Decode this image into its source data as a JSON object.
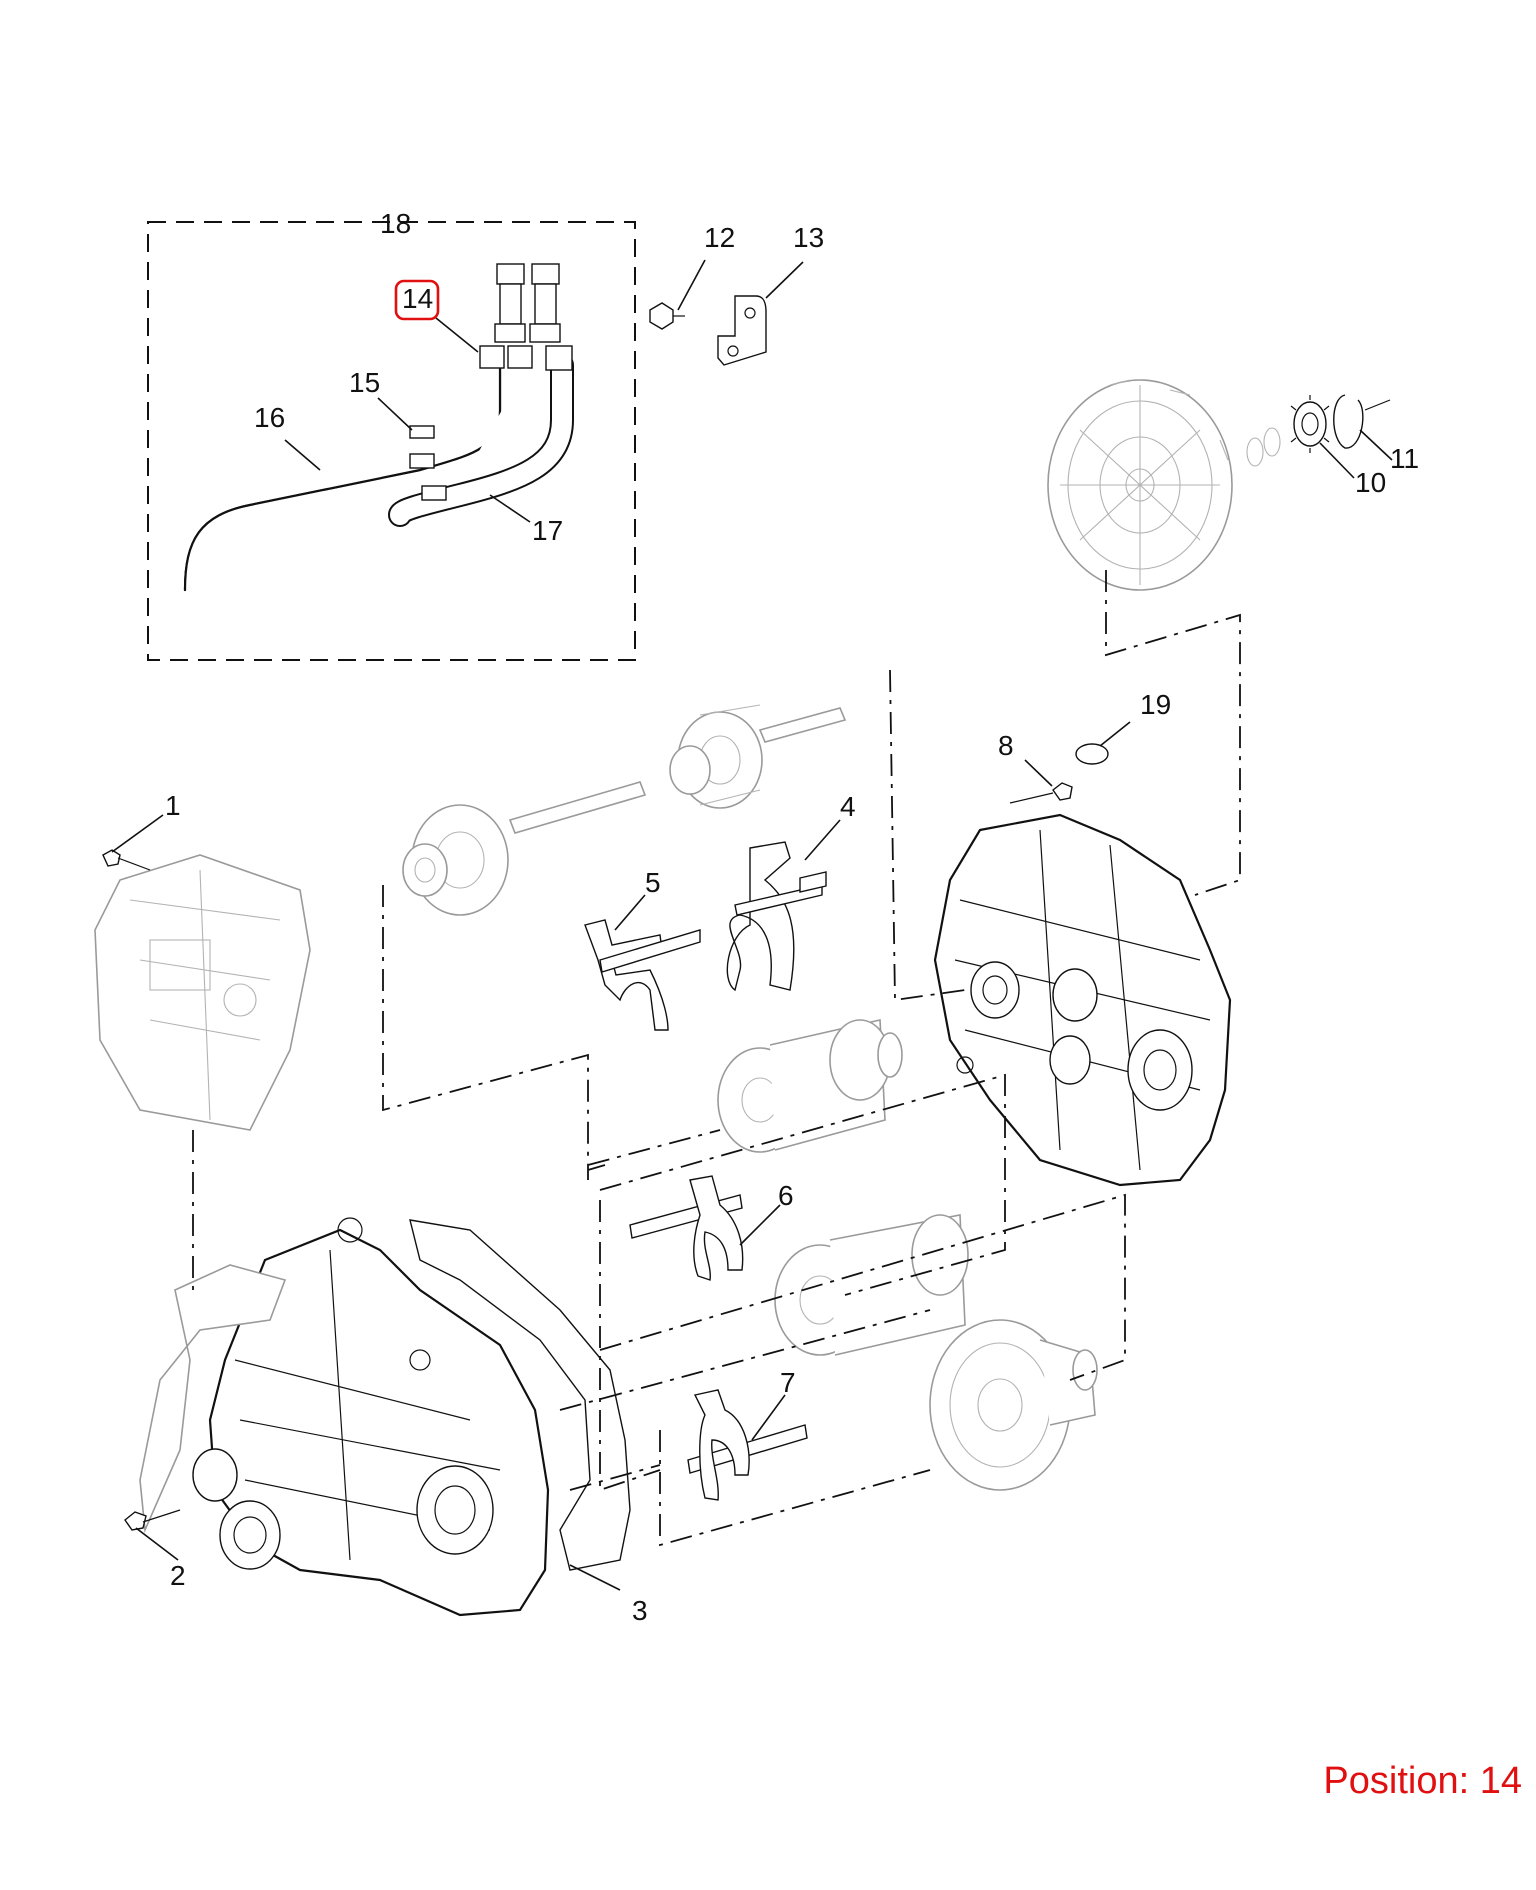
{
  "callouts": {
    "c1": "1",
    "c2": "2",
    "c3": "3",
    "c4": "4",
    "c5": "5",
    "c6": "6",
    "c7": "7",
    "c8": "8",
    "c10": "10",
    "c11": "11",
    "c12": "12",
    "c13": "13",
    "c14": "14",
    "c15": "15",
    "c16": "16",
    "c17": "17",
    "c18": "18",
    "c19": "19"
  },
  "highlight": {
    "selected_callout": "14",
    "color": "#e01010"
  },
  "footer": {
    "position_label": "Position: 14"
  },
  "colors": {
    "line": "#111111",
    "ghost_line": "#9a9a9a",
    "accent": "#e01010",
    "background": "#ffffff"
  }
}
